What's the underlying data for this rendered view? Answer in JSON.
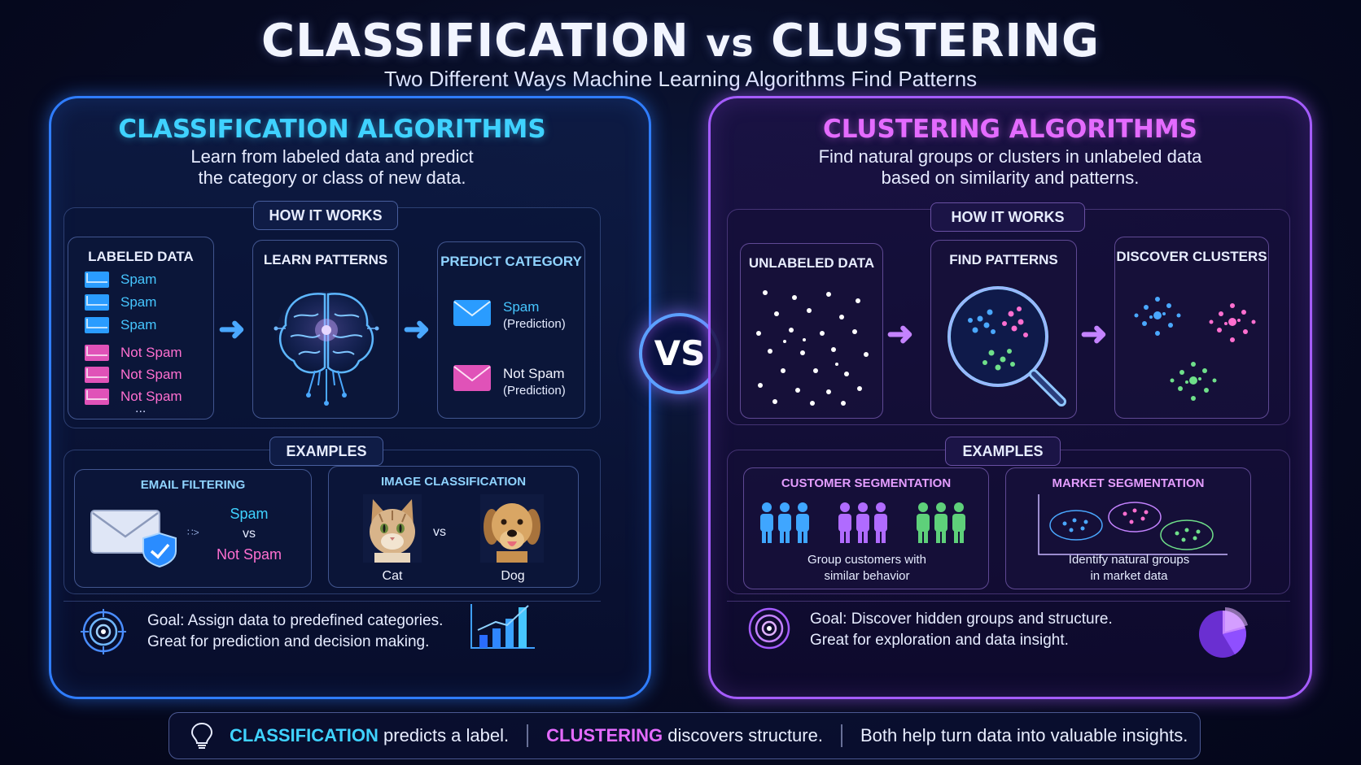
{
  "header": {
    "title_a": "CLASSIFICATION",
    "title_vs": "vs",
    "title_b": "CLUSTERING",
    "subtitle": "Two Different Ways Machine Learning Algorithms Find Patterns"
  },
  "vs_badge": "VS",
  "classification": {
    "title": "CLASSIFICATION ALGORITHMS",
    "desc_line1": "Learn from labeled data and predict",
    "desc_line2": "the category or class of new data.",
    "how_label": "HOW IT WORKS",
    "labeled": {
      "heading": "LABELED DATA",
      "items": [
        "Spam",
        "Spam",
        "Spam",
        "Not Spam",
        "Not Spam",
        "Not Spam"
      ],
      "more": "..."
    },
    "learn_heading": "LEARN PATTERNS",
    "predict": {
      "heading": "PREDICT CATEGORY",
      "p1_label": "Spam",
      "p1_note": "(Prediction)",
      "p2_label": "Not Spam",
      "p2_note": "(Prediction)"
    },
    "examples_label": "EXAMPLES",
    "email": {
      "heading": "EMAIL FILTERING",
      "vs_small": "∷>",
      "a": "Spam",
      "vs": "vs",
      "b": "Not Spam"
    },
    "image": {
      "heading": "IMAGE CLASSIFICATION",
      "vs": "vs",
      "cat": "Cat",
      "dog": "Dog"
    },
    "goal_line1": "Goal: Assign data to predefined categories.",
    "goal_line2": "Great for prediction and decision making."
  },
  "clustering": {
    "title": "CLUSTERING ALGORITHMS",
    "desc_line1": "Find natural groups or clusters in unlabeled data",
    "desc_line2": "based on similarity and patterns.",
    "how_label": "HOW IT WORKS",
    "unlabeled_heading": "UNLABELED DATA",
    "find_heading": "FIND PATTERNS",
    "discover_heading": "DISCOVER CLUSTERS",
    "examples_label": "EXAMPLES",
    "customer": {
      "heading": "CUSTOMER SEGMENTATION",
      "line1": "Group customers with",
      "line2": "similar behavior"
    },
    "market": {
      "heading": "MARKET SEGMENTATION",
      "line1": "Identify natural groups",
      "line2": "in market data"
    },
    "goal_line1": "Goal: Discover hidden groups and structure.",
    "goal_line2": "Great for exploration and data insight."
  },
  "footer": {
    "k1": "CLASSIFICATION",
    "t1": " predicts a label.",
    "k2": "CLUSTERING",
    "t2": " discovers structure.",
    "t3": "Both help turn data into valuable insights."
  },
  "colors": {
    "classification_accent": "#2f7dff",
    "classification_title": "#3fd2ff",
    "clustering_accent": "#a55cff",
    "clustering_title": "#e46bff",
    "spam": "#2a9cff",
    "not_spam": "#e052b8",
    "cluster_blue": "#4aa8ff",
    "cluster_pink": "#ff6fd0",
    "cluster_green": "#6fe08a"
  }
}
